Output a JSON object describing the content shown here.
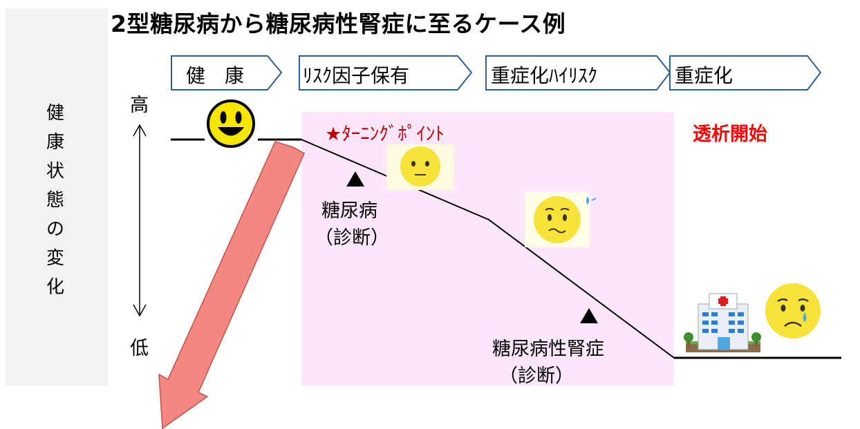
{
  "title": "2型糖尿病から糖尿病性腎症に至るケース例",
  "side_label": [
    "健",
    "康",
    "状",
    "態",
    "の",
    "変",
    "化"
  ],
  "axis": {
    "high": "高",
    "low": "低"
  },
  "stages": [
    "健　康",
    "ﾘｽｸ因子保有",
    "重症化ﾊｲﾘｽｸ",
    "重症化"
  ],
  "turning_point": "★ﾀｰﾆﾝｸﾞﾎﾟｲﾝﾄ",
  "dialysis_start": "透析開始",
  "events": [
    {
      "line1": "糖尿病",
      "line2": "（診断）"
    },
    {
      "line1": "糖尿病性腎症",
      "line2": "（診断）"
    }
  ],
  "colors": {
    "pink_zone": "#fbe6fb",
    "red_arrow": "#f4877f",
    "red_text": "#ff0000",
    "smiley_yellow": "#f6e600"
  },
  "icons": [
    "happy-face-icon",
    "neutral-face-icon",
    "worried-face-icon",
    "crying-face-icon",
    "hospital-icon",
    "trend-line",
    "down-arrow-icon"
  ]
}
